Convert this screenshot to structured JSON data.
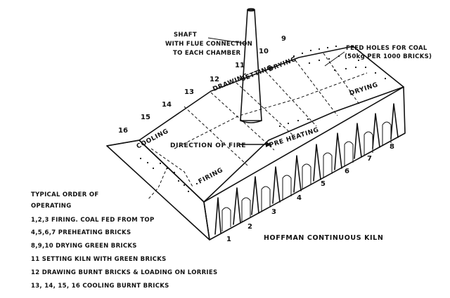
{
  "diagram": {
    "title": "HOFFMAN CONTINUOUS KILN",
    "shaft_label": [
      "SHAFT",
      "WITH FLUE CONNECTION",
      "TO EACH CHAMBER"
    ],
    "feed_holes_label": [
      "FEED HOLES FOR COAL",
      "(50kg PER 1000 BRICKS)"
    ],
    "top_zones": {
      "drawing": "DRAWING",
      "setting": "SETTING",
      "drying_top": "DRYING",
      "cooling": "COOLING",
      "direction": "DIRECTION OF FIRE",
      "preheating": "PRE HEATING",
      "drying_right": "DRYING",
      "firing": "FIRING"
    },
    "chamber_numbers": [
      "1",
      "2",
      "3",
      "4",
      "5",
      "6",
      "7",
      "8",
      "9",
      "10",
      "11",
      "12",
      "13",
      "14",
      "15",
      "16"
    ],
    "legend": {
      "heading": [
        "TYPICAL ORDER OF",
        "OPERATING"
      ],
      "items": [
        "1,2,3  FIRING. COAL FED FROM TOP",
        "4,5,6,7  PREHEATING BRICKS",
        "8,9,10  DRYING GREEN BRICKS",
        "11  SETTING KILN WITH GREEN BRICKS",
        "12  DRAWING BURNT BRICKS & LOADING ON LORRIES",
        "13, 14, 15, 16  COOLING BURNT BRICKS"
      ]
    }
  }
}
